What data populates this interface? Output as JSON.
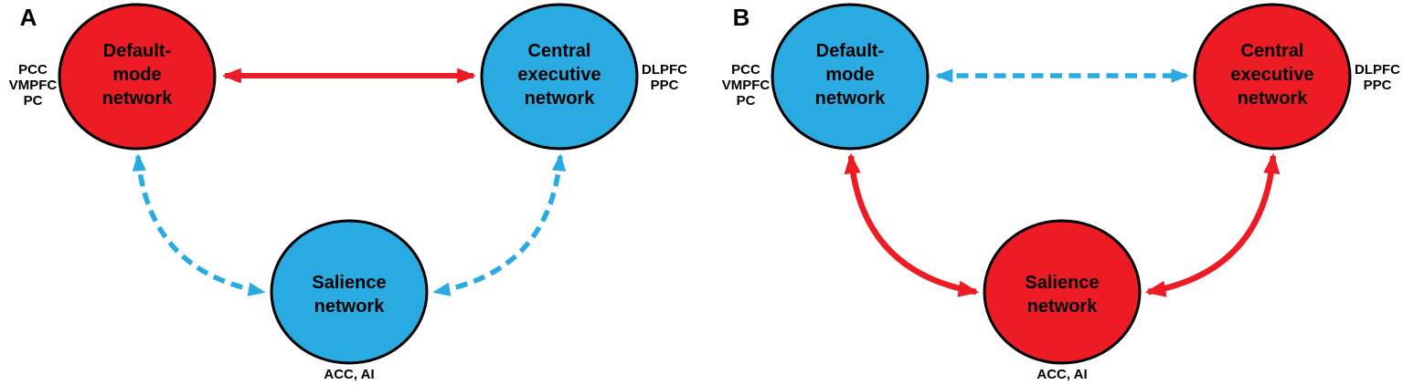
{
  "figure": {
    "background": "#FFFFFF",
    "colors": {
      "red": "#ED1C24",
      "blue": "#29ABE2",
      "outline": "#000000",
      "text": "#000000"
    },
    "panels": [
      {
        "label": "A",
        "nodes": {
          "dmn": {
            "lines": [
              "Default-",
              "mode",
              "network"
            ],
            "fill": "#ED1C24",
            "regions": [
              "PCC",
              "VMPFC",
              "PC"
            ]
          },
          "cen": {
            "lines": [
              "Central",
              "executive",
              "network"
            ],
            "fill": "#29ABE2",
            "regions": [
              "DLPFC",
              "PPC"
            ]
          },
          "sal": {
            "lines": [
              "Salience",
              "network"
            ],
            "fill": "#29ABE2",
            "regions": [
              "ACC, AI"
            ]
          }
        },
        "edges": {
          "dmn_cen": {
            "stroke": "#ED1C24",
            "style": "solid",
            "dasharray": "none",
            "bidirectional": true
          },
          "dmn_sal": {
            "stroke": "#29ABE2",
            "style": "dashed",
            "dasharray": "13 7.5",
            "bidirectional": true
          },
          "cen_sal": {
            "stroke": "#29ABE2",
            "style": "dashed",
            "dasharray": "13 7.5",
            "bidirectional": true
          }
        }
      },
      {
        "label": "B",
        "nodes": {
          "dmn": {
            "lines": [
              "Default-",
              "mode",
              "network"
            ],
            "fill": "#29ABE2",
            "regions": [
              "PCC",
              "VMPFC",
              "PC"
            ]
          },
          "cen": {
            "lines": [
              "Central",
              "executive",
              "network"
            ],
            "fill": "#ED1C24",
            "regions": [
              "DLPFC",
              "PPC"
            ]
          },
          "sal": {
            "lines": [
              "Salience",
              "network"
            ],
            "fill": "#ED1C24",
            "regions": [
              "ACC, AI"
            ]
          }
        },
        "edges": {
          "dmn_cen": {
            "stroke": "#29ABE2",
            "style": "dashed",
            "dasharray": "13 7.5",
            "bidirectional": true
          },
          "dmn_sal": {
            "stroke": "#ED1C24",
            "style": "solid",
            "dasharray": "none",
            "bidirectional": true
          },
          "cen_sal": {
            "stroke": "#ED1C24",
            "style": "solid",
            "dasharray": "none",
            "bidirectional": true
          }
        }
      }
    ]
  }
}
